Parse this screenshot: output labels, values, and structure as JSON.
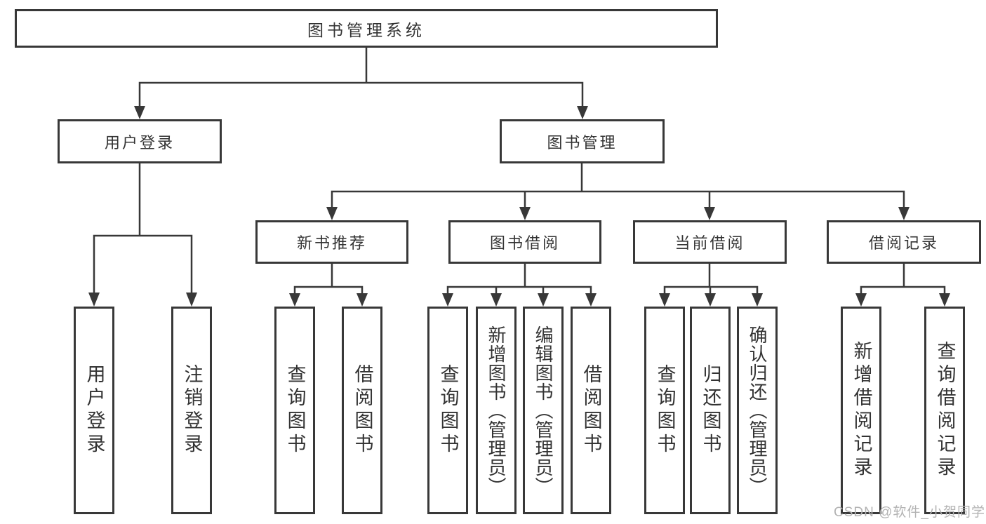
{
  "diagram_title": "图书管理系统",
  "colors": {
    "line": "#383838",
    "box_border": "#383838",
    "text": "#333333",
    "watermark": "#b3b3b3",
    "background": "#ffffff"
  },
  "tree": {
    "label": "图书管理系统",
    "children": [
      {
        "label": "用户登录",
        "children": [
          {
            "label": "用户登录"
          },
          {
            "label": "注销登录"
          }
        ]
      },
      {
        "label": "图书管理",
        "children": [
          {
            "label": "新书推荐",
            "children": [
              {
                "label": "查询图书"
              },
              {
                "label": "借阅图书"
              }
            ]
          },
          {
            "label": "图书借阅",
            "children": [
              {
                "label": "查询图书"
              },
              {
                "label": "新增图书（管理员）"
              },
              {
                "label": "编辑图书（管理员）"
              },
              {
                "label": "借阅图书"
              }
            ]
          },
          {
            "label": "当前借阅",
            "children": [
              {
                "label": "查询图书"
              },
              {
                "label": "归还图书"
              },
              {
                "label": "确认归还（管理员）"
              }
            ]
          },
          {
            "label": "借阅记录",
            "children": [
              {
                "label": "新增借阅记录"
              },
              {
                "label": "查询借阅记录"
              }
            ]
          }
        ]
      }
    ]
  },
  "watermark": {
    "text": "CSDN @软件_小贺同学"
  }
}
